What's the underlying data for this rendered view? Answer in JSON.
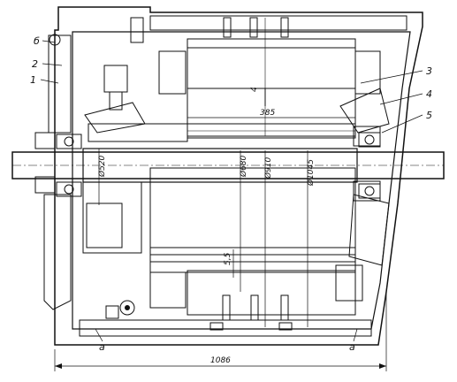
{
  "labels": {
    "l6": "б",
    "l2": "2",
    "l1": "1",
    "l3": "3",
    "l4": "4",
    "l5": "5",
    "a_left": "а",
    "a_right": "а"
  },
  "dimensions": {
    "d385": "385",
    "d4": "4",
    "d520": "Ø520",
    "d680": "Ø680",
    "d910": "Ø910",
    "d1045": "Ø1045",
    "d55": "5,5",
    "d1086": "1086"
  }
}
